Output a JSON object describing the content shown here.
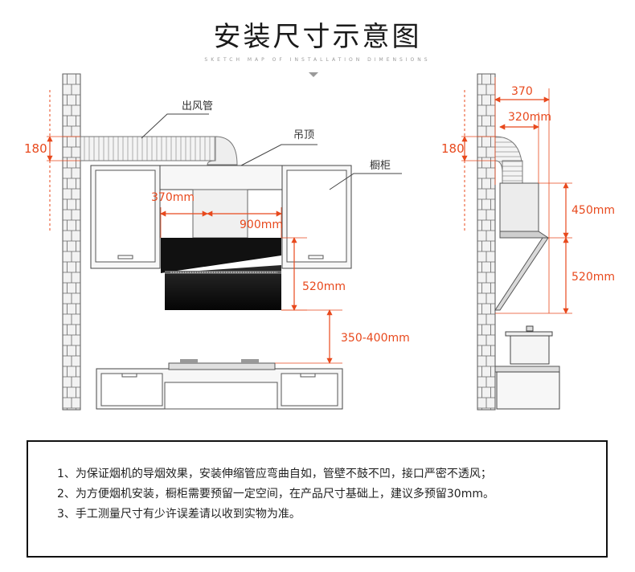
{
  "title": "安装尺寸示意图",
  "subtitle": "SKETCH MAP OF INSTALLATION DIMENSIONS",
  "colors": {
    "accent": "#e8491d",
    "line": "#333333"
  },
  "front_view": {
    "labels": {
      "duct": "出风管",
      "ceiling": "吊顶",
      "cabinet": "橱柜"
    },
    "dims": {
      "duct_height": "180",
      "duct_offset": "370mm",
      "cabinet_gap": "900mm",
      "hood_height": "520mm",
      "hood_to_stove": "350-400mm"
    }
  },
  "side_view": {
    "dims": {
      "depth_outer": "370",
      "depth_inner": "320mm",
      "duct_height": "180",
      "upper_height": "450mm",
      "lower_height": "520mm"
    }
  },
  "notes": [
    "1、为保证烟机的导烟效果，安装伸缩管应弯曲自如，管壁不鼓不凹，接口严密不透风；",
    "2、为方便烟机安装，橱柜需要预留一定空间，在产品尺寸基础上，建议多预留30mm。",
    "3、手工测量尺寸有少许误差请以收到实物为准。"
  ]
}
